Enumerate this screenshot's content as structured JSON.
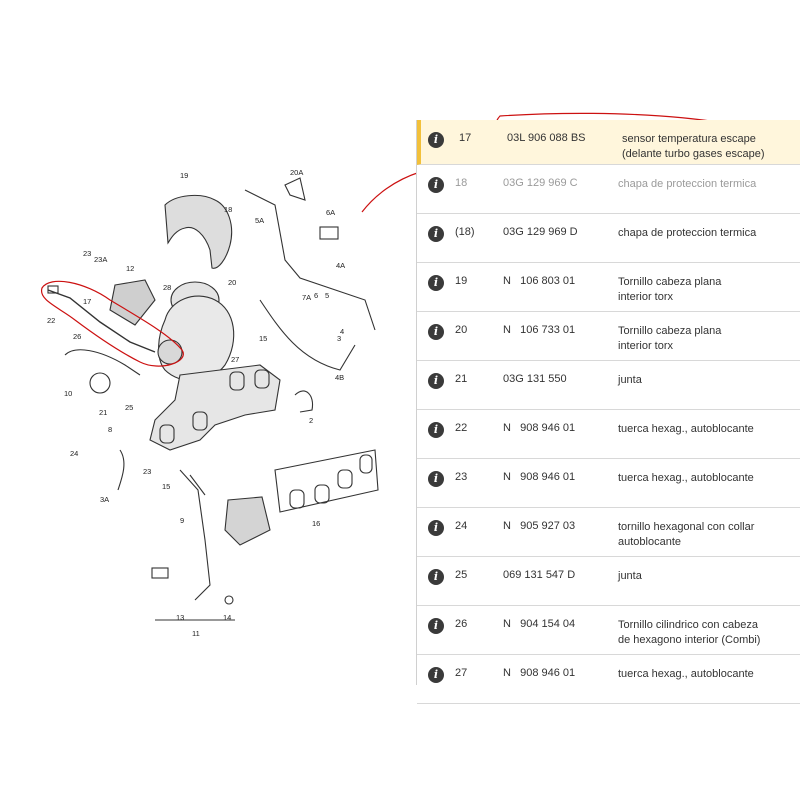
{
  "diagram": {
    "labels": [
      "19",
      "20A",
      "18",
      "5A",
      "6A",
      "4A",
      "23",
      "23A",
      "12",
      "17",
      "28",
      "20",
      "7A",
      "6",
      "5",
      "22",
      "26",
      "10",
      "21",
      "25",
      "27",
      "15",
      "8",
      "23",
      "24",
      "9",
      "3A",
      "3",
      "13",
      "14",
      "11",
      "4",
      "4B",
      "2",
      "16",
      "15"
    ]
  },
  "parts": [
    {
      "pos": "17",
      "number": "03L 906 088 BS",
      "description": "sensor temperatura escape\n(delante turbo gases escape)"
    },
    {
      "pos": "18",
      "number": "03G 129 969 C",
      "description": "chapa de proteccion termica"
    },
    {
      "pos": "(18)",
      "number": "03G 129 969 D",
      "description": "chapa de proteccion termica"
    },
    {
      "pos": "19",
      "number": "N   106 803 01",
      "description": "Tornillo cabeza plana\ninterior torx"
    },
    {
      "pos": "20",
      "number": "N   106 733 01",
      "description": "Tornillo cabeza plana\ninterior torx"
    },
    {
      "pos": "21",
      "number": "03G 131 550",
      "description": "junta"
    },
    {
      "pos": "22",
      "number": "N   908 946 01",
      "description": "tuerca hexag., autoblocante"
    },
    {
      "pos": "23",
      "number": "N   908 946 01",
      "description": "tuerca hexag., autoblocante"
    },
    {
      "pos": "24",
      "number": "N   905 927 03",
      "description": "tornillo hexagonal con collar\nautoblocante"
    },
    {
      "pos": "25",
      "number": "069 131 547 D",
      "description": "junta"
    },
    {
      "pos": "26",
      "number": "N   904 154 04",
      "description": "Tornillo cilindrico con cabeza\nde hexagono interior (Combi)"
    },
    {
      "pos": "27",
      "number": "N   908 946 01",
      "description": "tuerca hexag., autoblocante"
    }
  ],
  "info_icon": "info-icon",
  "colors": {
    "highlight_bg": "#fff6dc",
    "highlight_bar": "#f2c03a",
    "annotation_red": "#cc1111",
    "muted_text": "#9a9a9a"
  }
}
